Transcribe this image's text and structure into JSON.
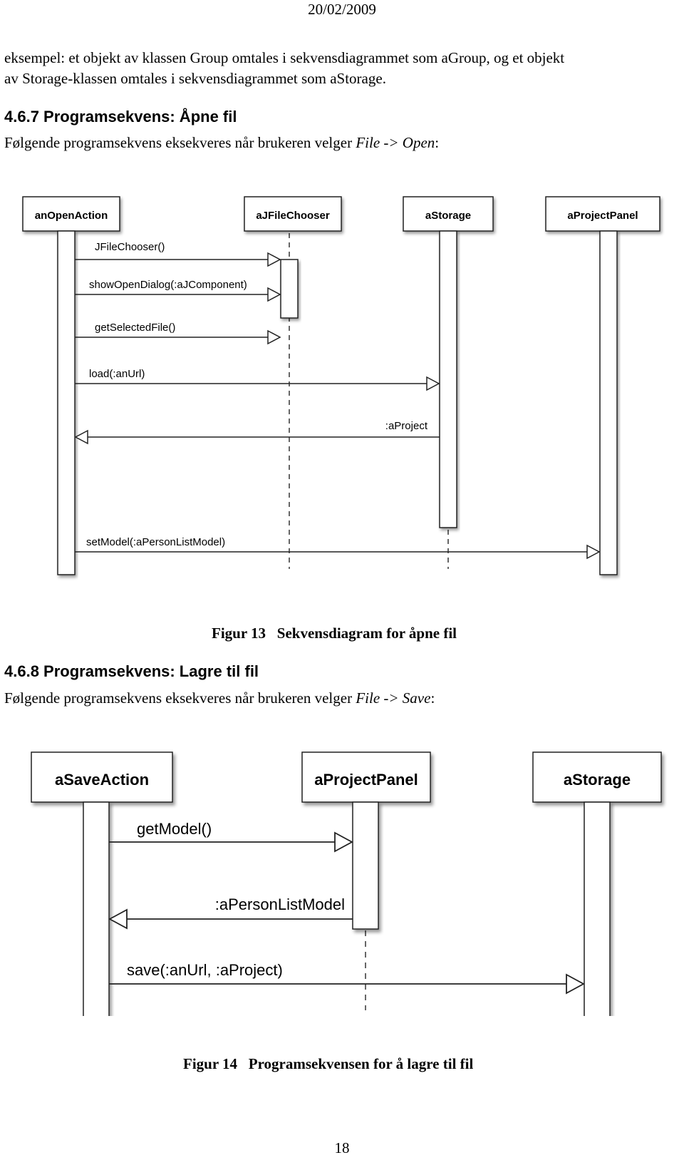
{
  "header": {
    "date": "20/02/2009"
  },
  "intro": {
    "line1": "eksempel: et objekt av klassen Group omtales i sekvensdiagrammet som aGroup, og et objekt",
    "line2": "av Storage-klassen omtales i sekvensdiagrammet som aStorage."
  },
  "section1": {
    "heading": "4.6.7 Programsekvens: Åpne fil",
    "text_prefix": "Følgende programsekvens eksekveres når brukeren velger ",
    "text_italic": "File -> Open",
    "text_suffix": ":"
  },
  "diagram1": {
    "lifelines": [
      "anOpenAction",
      "aJFileChooser",
      "aStorage",
      "aProjectPanel"
    ],
    "messages": [
      "JFileChooser()",
      "showOpenDialog(:aJComponent)",
      "getSelectedFile()",
      "load(:anUrl)",
      ":aProject",
      "setModel(:aPersonListModel)"
    ],
    "caption": "Figur 13   Sekvensdiagram for åpne fil"
  },
  "section2": {
    "heading": "4.6.8 Programsekvens: Lagre til fil",
    "text_prefix": "Følgende programsekvens eksekveres når brukeren velger ",
    "text_italic": "File -> Save",
    "text_suffix": ":"
  },
  "diagram2": {
    "lifelines": [
      "aSaveAction",
      "aProjectPanel",
      "aStorage"
    ],
    "messages": [
      "getModel()",
      ":aPersonListModel",
      "save(:anUrl, :aProject)"
    ],
    "caption": "Figur 14   Programsekvensen for å lagre til fil"
  },
  "footer": {
    "page_number": "18"
  }
}
